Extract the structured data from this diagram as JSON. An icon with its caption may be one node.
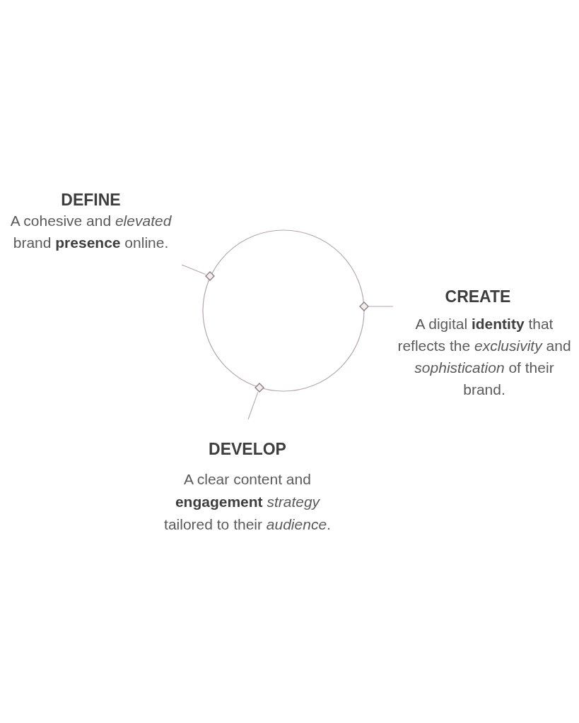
{
  "diagram": {
    "nodes": [
      {
        "text": [
          "DEFINE",
          "A cohesive and *elevated* brand **presence** online."
        ]
      },
      {
        "text": [],
        "shape": "circle"
      },
      {
        "text": [],
        "shape": "diamond"
      },
      {
        "text": [
          "CREATE",
          "A digital **identity** that reflects the *exclusivity* and *sophistication* of their brand."
        ]
      },
      {
        "text": [],
        "shape": "diamond"
      },
      {
        "text": [],
        "shape": "diamond"
      },
      {
        "text": [
          "DEVELOP",
          "A clear content and **engagement** *strategy* tailored to their *audience*."
        ]
      }
    ],
    "edges": [
      {
        "from": 0,
        "to": 2,
        "arrow": "none"
      },
      {
        "from": 3,
        "to": 4,
        "arrow": "none"
      },
      {
        "from": 6,
        "to": 5,
        "arrow": "none"
      }
    ]
  }
}
